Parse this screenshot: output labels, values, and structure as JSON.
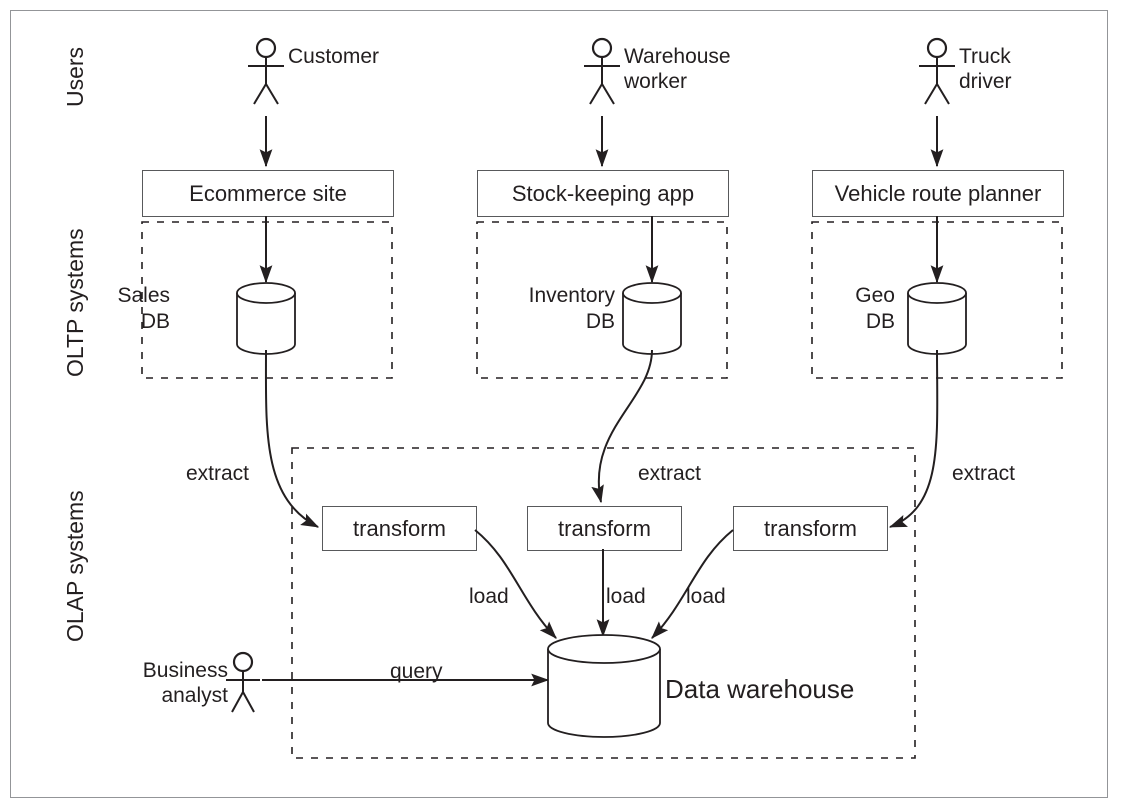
{
  "figure": {
    "title": "Data warehouse ETL architecture diagram",
    "bands": [
      {
        "id": "users",
        "label": "Users"
      },
      {
        "id": "oltp",
        "label": "OLTP systems"
      },
      {
        "id": "olap",
        "label": "OLAP systems"
      }
    ],
    "actors": [
      {
        "id": "customer",
        "name": "Customer",
        "lines": [
          "Customer"
        ]
      },
      {
        "id": "warehouse-worker",
        "name": "Warehouse worker",
        "lines": [
          "Warehouse",
          "worker"
        ]
      },
      {
        "id": "truck-driver",
        "name": "Truck driver",
        "lines": [
          "Truck",
          "driver"
        ]
      },
      {
        "id": "business-analyst",
        "name": "Business analyst",
        "lines": [
          "Business",
          "analyst"
        ]
      }
    ],
    "oltp_systems": [
      {
        "id": "ecommerce",
        "app": "Ecommerce site",
        "db_lines": [
          "Sales",
          "DB"
        ],
        "db": "Sales DB"
      },
      {
        "id": "stock-keeping",
        "app": "Stock-keeping app",
        "db_lines": [
          "Inventory",
          "DB"
        ],
        "db": "Inventory DB"
      },
      {
        "id": "vehicle-route",
        "app": "Vehicle route planner",
        "db_lines": [
          "Geo",
          "DB"
        ],
        "db": "Geo DB"
      }
    ],
    "olap": {
      "transforms": [
        {
          "id": "transform-1",
          "label": "transform"
        },
        {
          "id": "transform-2",
          "label": "transform"
        },
        {
          "id": "transform-3",
          "label": "transform"
        }
      ],
      "warehouse_label": "Data warehouse"
    },
    "edge_labels": {
      "extract": "extract",
      "load": "load",
      "query": "query"
    },
    "edges": [
      {
        "from": "sales-db",
        "to": "transform-1",
        "label": "extract"
      },
      {
        "from": "inventory-db",
        "to": "transform-2",
        "label": "extract"
      },
      {
        "from": "geo-db",
        "to": "transform-3",
        "label": "extract"
      },
      {
        "from": "transform-1",
        "to": "data-warehouse",
        "label": "load"
      },
      {
        "from": "transform-2",
        "to": "data-warehouse",
        "label": "load"
      },
      {
        "from": "transform-3",
        "to": "data-warehouse",
        "label": "load"
      },
      {
        "from": "business-analyst",
        "to": "data-warehouse",
        "label": "query"
      }
    ],
    "colors": {
      "stroke": "#231f20",
      "frame": "#939598",
      "box_border": "#58595b",
      "background": "#ffffff"
    }
  }
}
